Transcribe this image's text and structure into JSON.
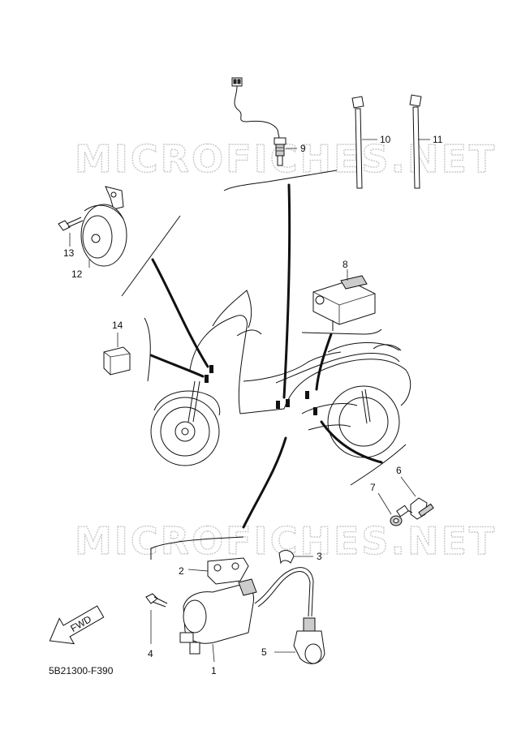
{
  "watermarks": [
    "MICROFICHES.NET",
    "MICROFICHES.NET"
  ],
  "diagram_code": "5B21300-F390",
  "direction_label": "FWD",
  "parts": [
    {
      "num": "1"
    },
    {
      "num": "2"
    },
    {
      "num": "3"
    },
    {
      "num": "4"
    },
    {
      "num": "5"
    },
    {
      "num": "6"
    },
    {
      "num": "7"
    },
    {
      "num": "8"
    },
    {
      "num": "9"
    },
    {
      "num": "10"
    },
    {
      "num": "11"
    },
    {
      "num": "12"
    },
    {
      "num": "13"
    },
    {
      "num": "14"
    }
  ]
}
